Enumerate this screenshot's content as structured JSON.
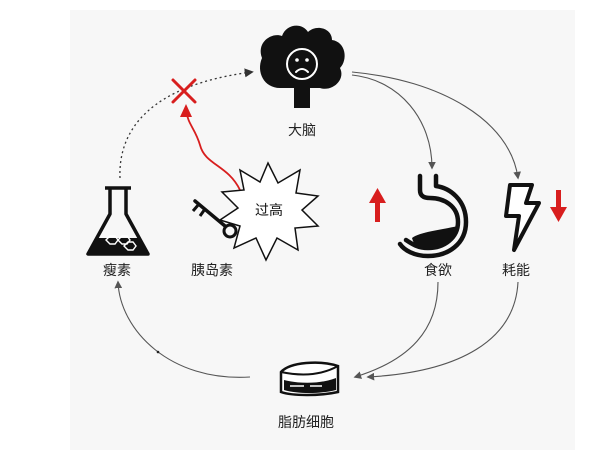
{
  "labels": {
    "brain": "大脑",
    "leptin": "瘦素",
    "insulin": "胰岛素",
    "appetite": "食欲",
    "energy": "耗能",
    "fat_cells": "脂肪细胞",
    "too_high": "过高"
  },
  "colors": {
    "accent": "#d81e1e",
    "ink": "#111111",
    "flow": "#555555"
  },
  "icons": [
    "brain-sad-icon",
    "flask-hexagon-icon",
    "key-icon",
    "burst-icon",
    "stomach-icon",
    "lightning-icon",
    "fat-tissue-icon",
    "arrow-up-icon",
    "arrow-down-icon",
    "blocked-x-icon"
  ]
}
